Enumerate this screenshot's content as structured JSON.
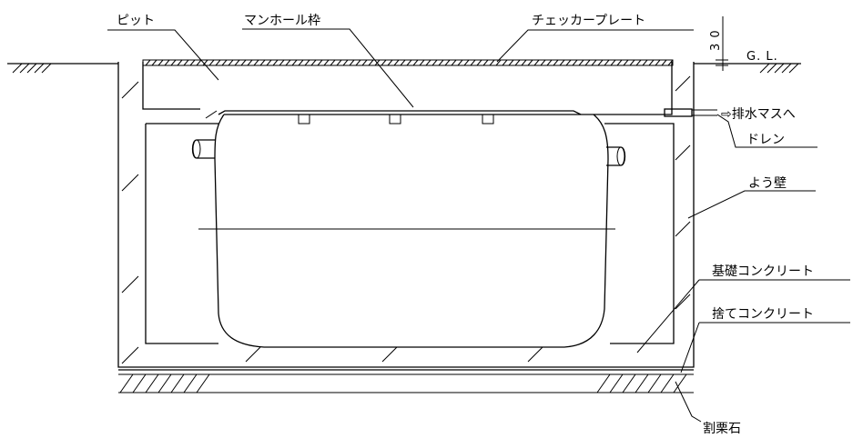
{
  "labels": {
    "pit": "ピット",
    "manhole_frame": "マンホール枠",
    "checker_plate": "チェッカープレート",
    "dimension": "3 0",
    "ground_level": "G. L.",
    "to_drain_basin": "⇨排水マスへ",
    "drain": "ドレン",
    "retaining_wall": "よう壁",
    "foundation_concrete": "基礎コンクリート",
    "leveling_concrete": "捨てコンクリート",
    "crushed_stone": "割栗石"
  }
}
